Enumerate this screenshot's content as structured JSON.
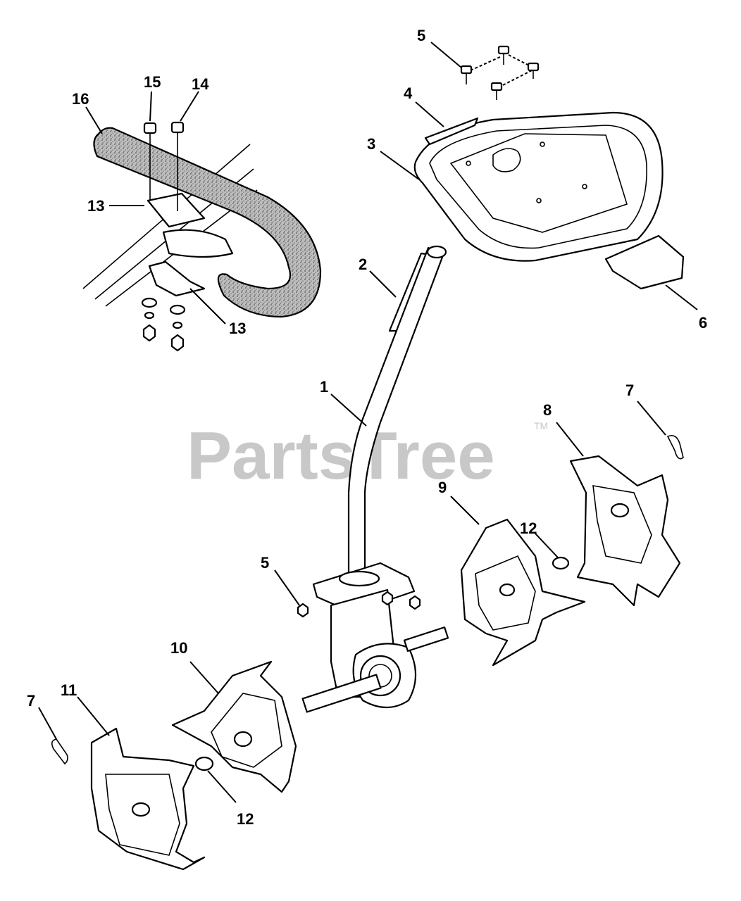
{
  "watermark": {
    "text": "PartsTree",
    "tm": "TM"
  },
  "callouts": {
    "c1": "1",
    "c2": "2",
    "c3": "3",
    "c4": "4",
    "c5a": "5",
    "c5b": "5",
    "c6": "6",
    "c7a": "7",
    "c7b": "7",
    "c8": "8",
    "c9": "9",
    "c10": "10",
    "c11": "11",
    "c12a": "12",
    "c12b": "12",
    "c13a": "13",
    "c13b": "13",
    "c14": "14",
    "c15": "15",
    "c16": "16"
  }
}
